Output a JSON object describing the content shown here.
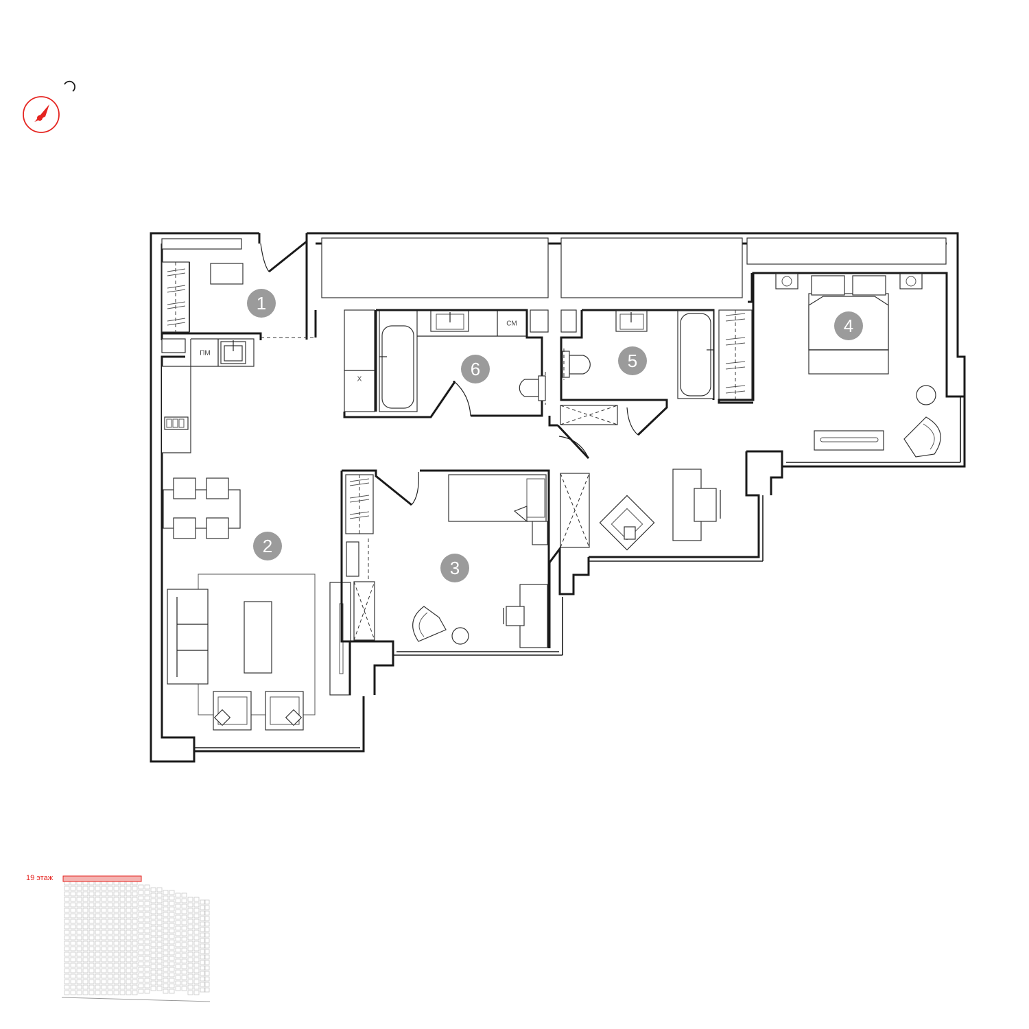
{
  "colors": {
    "accent": "#e52420",
    "wall": "#1a1a1a",
    "badge": "#9b9b9b"
  },
  "compass": {
    "icon": "compass-icon"
  },
  "rooms": [
    {
      "number": "1"
    },
    {
      "number": "2"
    },
    {
      "number": "3"
    },
    {
      "number": "4"
    },
    {
      "number": "5"
    },
    {
      "number": "6"
    }
  ],
  "fixture_labels": {
    "dishwasher": "ПМ",
    "fridge": "Х",
    "washer": "СМ"
  },
  "floor_indicator": {
    "label": "19 этаж",
    "floor": 19
  }
}
